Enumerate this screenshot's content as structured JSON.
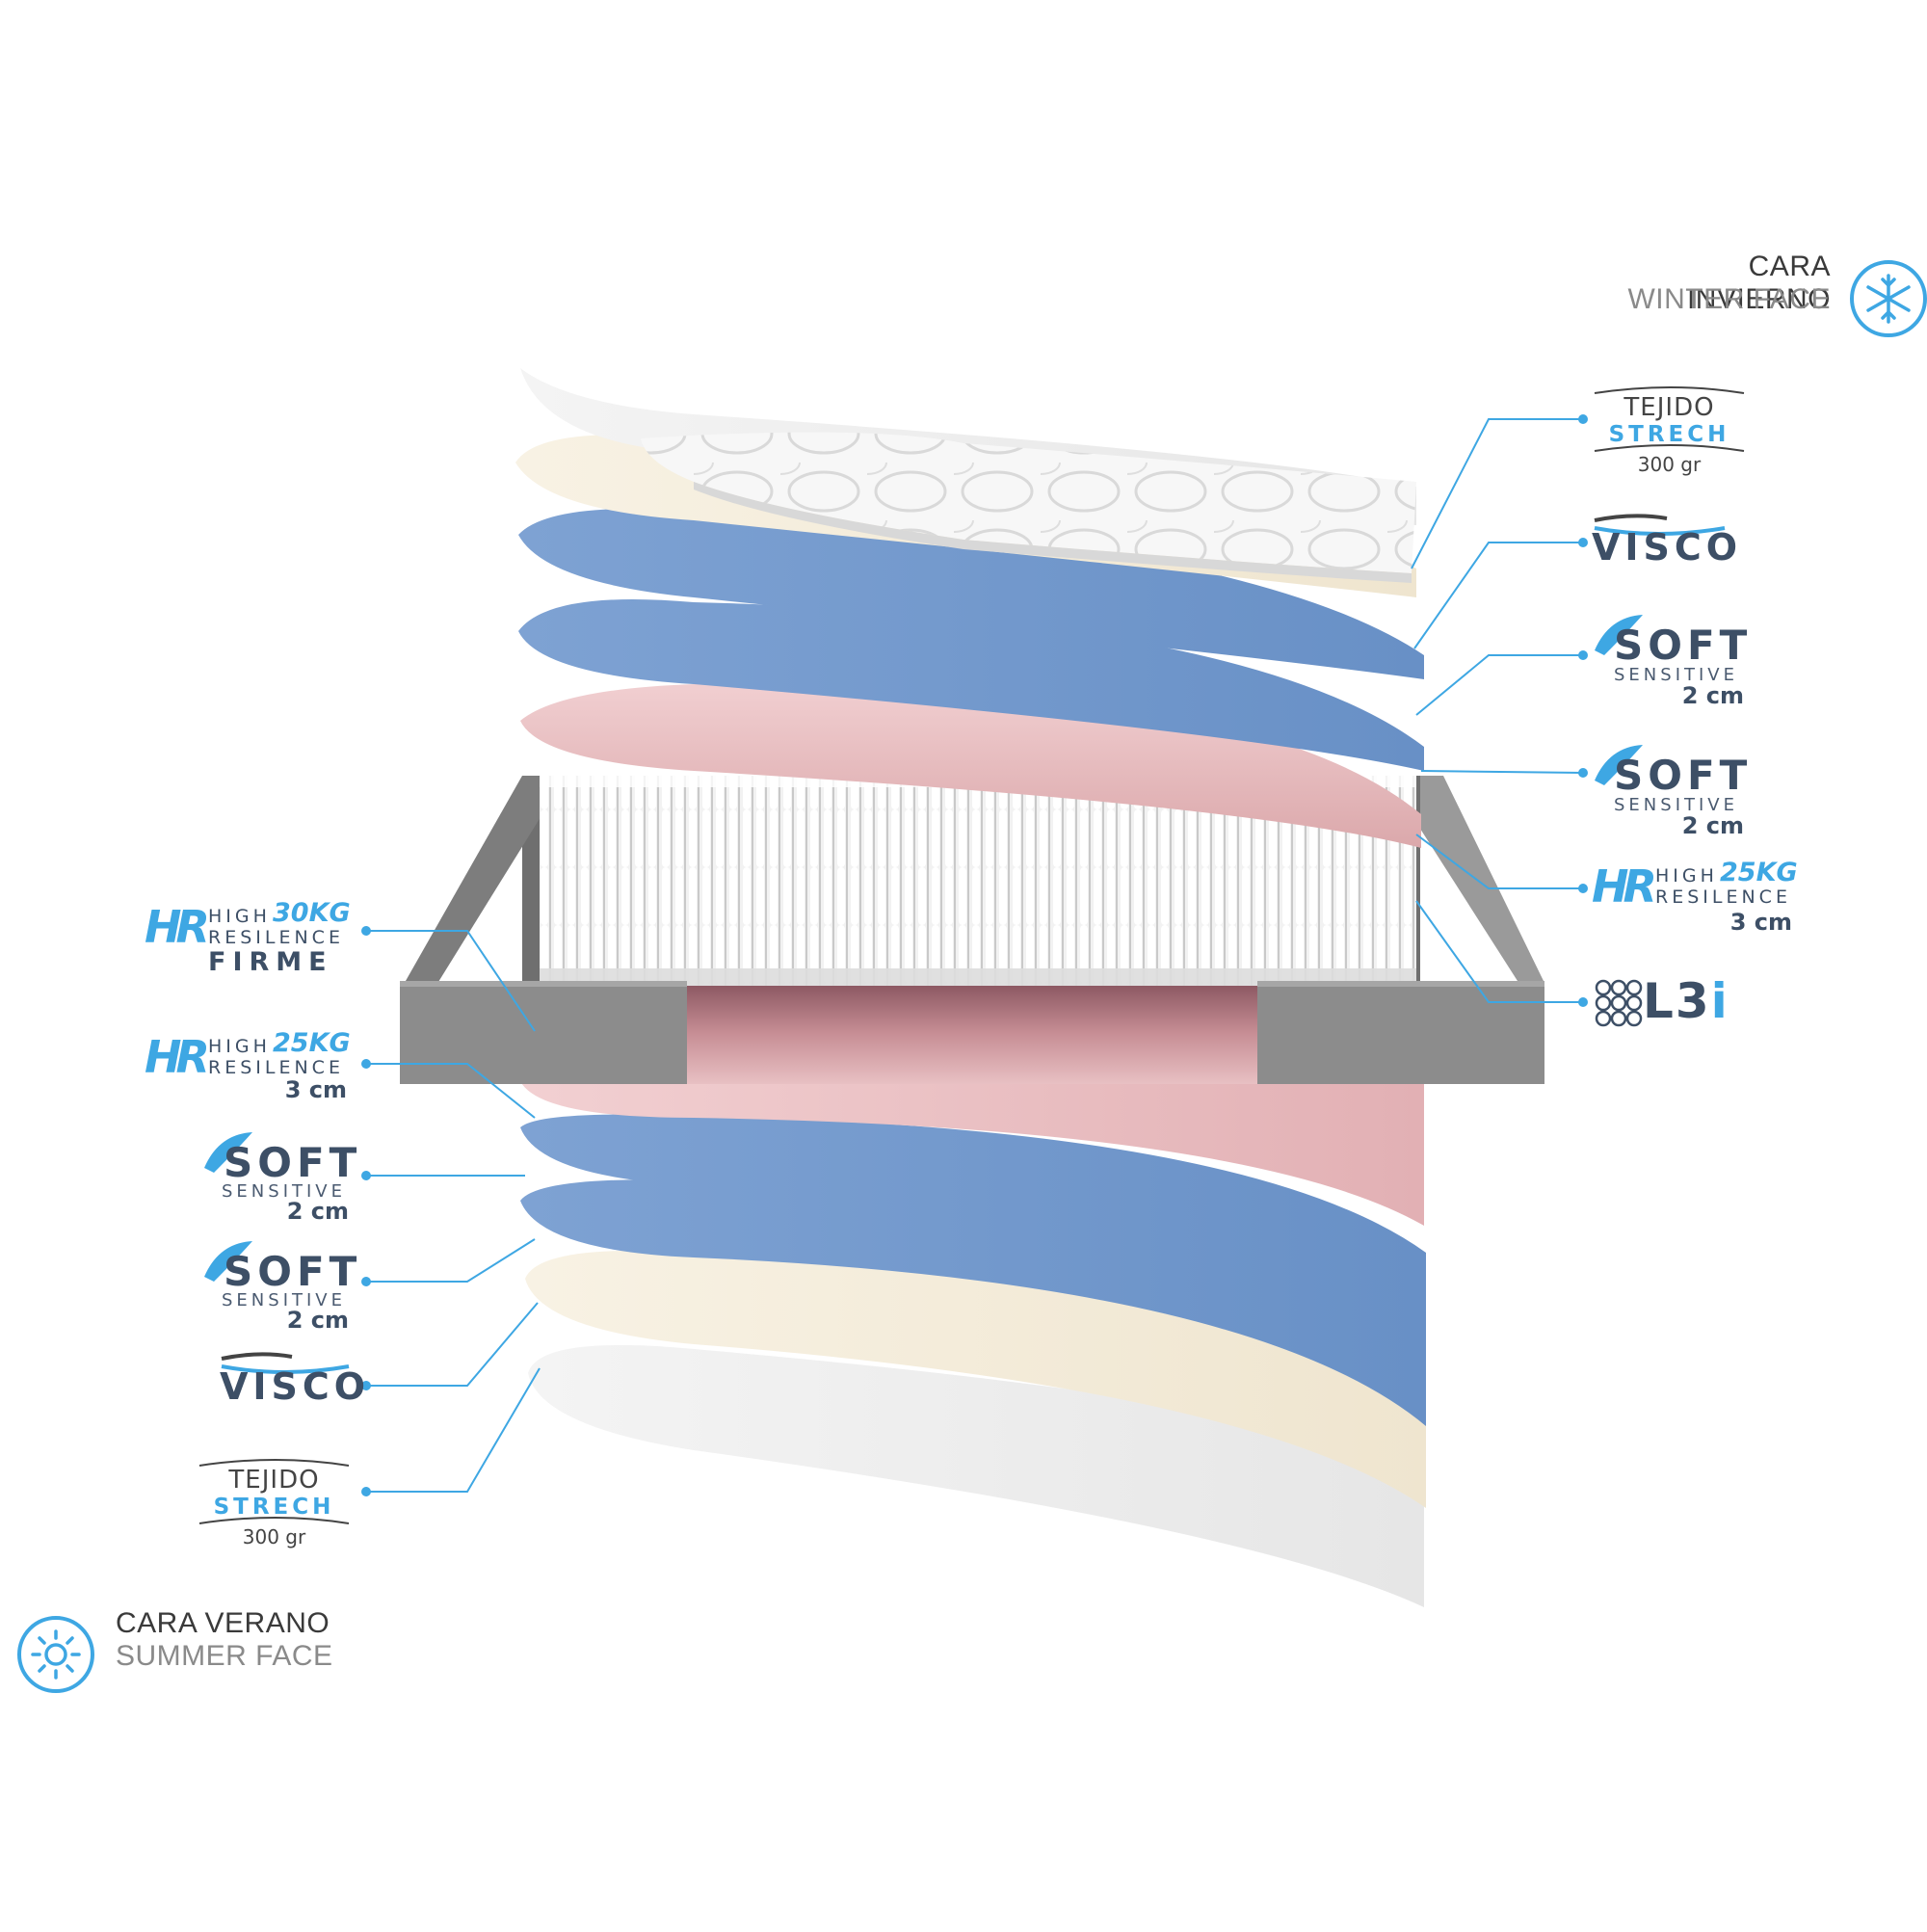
{
  "top_face": {
    "title": "CARA INVIERNO",
    "subtitle": "WINTER FACE",
    "icon": "snowflake-icon"
  },
  "bottom_face": {
    "title": "CARA VERANO",
    "subtitle": "SUMMER FACE",
    "icon": "sun-icon"
  },
  "right_labels": {
    "tejido": {
      "line1": "TEJIDO",
      "line2": "STRECH",
      "line3": "300 gr"
    },
    "visco": {
      "text": "VISCO"
    },
    "soft1": {
      "title": "SOFT",
      "sub": "SENSITIVE",
      "size": "2 cm"
    },
    "soft2": {
      "title": "SOFT",
      "sub": "SENSITIVE",
      "size": "2 cm"
    },
    "hr25": {
      "logo": "HR",
      "high": "HIGH",
      "kg": "25KG",
      "res": "RESILENCE",
      "size": "3 cm"
    },
    "l3i": {
      "text_a": "L3",
      "text_b": "i"
    }
  },
  "left_labels": {
    "hr30": {
      "logo": "HR",
      "high": "HIGH",
      "kg": "30KG",
      "res": "RESILENCE",
      "firm": "FIRME"
    },
    "hr25": {
      "logo": "HR",
      "high": "HIGH",
      "kg": "25KG",
      "res": "RESILENCE",
      "size": "3 cm"
    },
    "soft1": {
      "title": "SOFT",
      "sub": "SENSITIVE",
      "size": "2 cm"
    },
    "soft2": {
      "title": "SOFT",
      "sub": "SENSITIVE",
      "size": "2 cm"
    },
    "visco": {
      "text": "VISCO"
    },
    "tejido": {
      "line1": "TEJIDO",
      "line2": "STRECH",
      "line3": "300 gr"
    }
  },
  "colors": {
    "accent": "#3ea7e3",
    "navy": "#3d4f66",
    "blue_foam": "#7298cc",
    "pink_foam": "#e5b5b8",
    "cream_foam": "#f3ebd8",
    "frame_gray": "#8c8c8c"
  }
}
